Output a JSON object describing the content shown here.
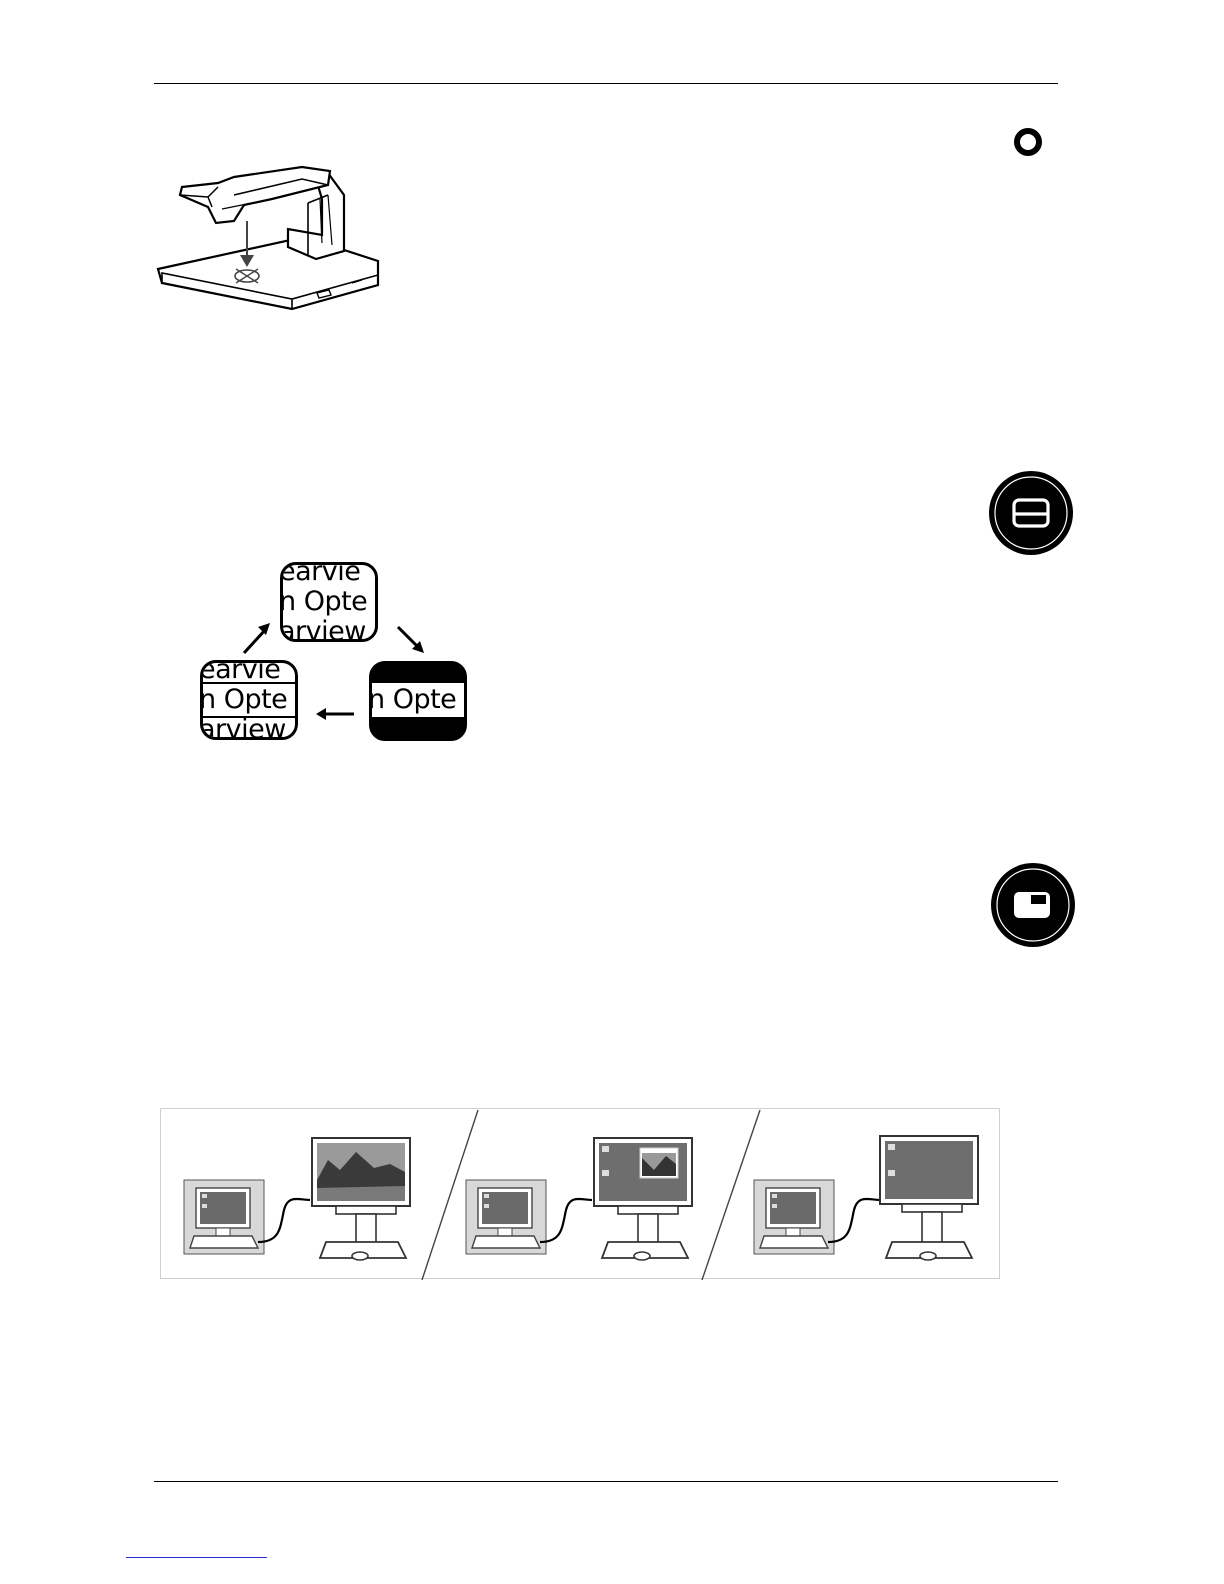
{
  "page": {
    "header_rule": "",
    "footer_rule": ""
  },
  "icons": {
    "ring_button": "ring-button-icon",
    "line_mode_button": "line-mode-button-icon",
    "pip_button": "picture-in-picture-button-icon"
  },
  "figures": {
    "magnifier_stand": "document-camera-center-mark",
    "reading_modes": {
      "tile_text_top": "earvie",
      "tile_text_mid": "n Opte",
      "tile_text_bottom": "arview",
      "tile_text_left_bottom": "arview"
    },
    "computer_setups": [
      "camera-full-screen",
      "camera-in-window",
      "computer-full-screen"
    ]
  },
  "colors": {
    "ink": "#000000",
    "photo_gray": "#6e6e6e",
    "desktop_gray": "#6a6a6a",
    "footnote_rule": "#2a2ad0"
  }
}
